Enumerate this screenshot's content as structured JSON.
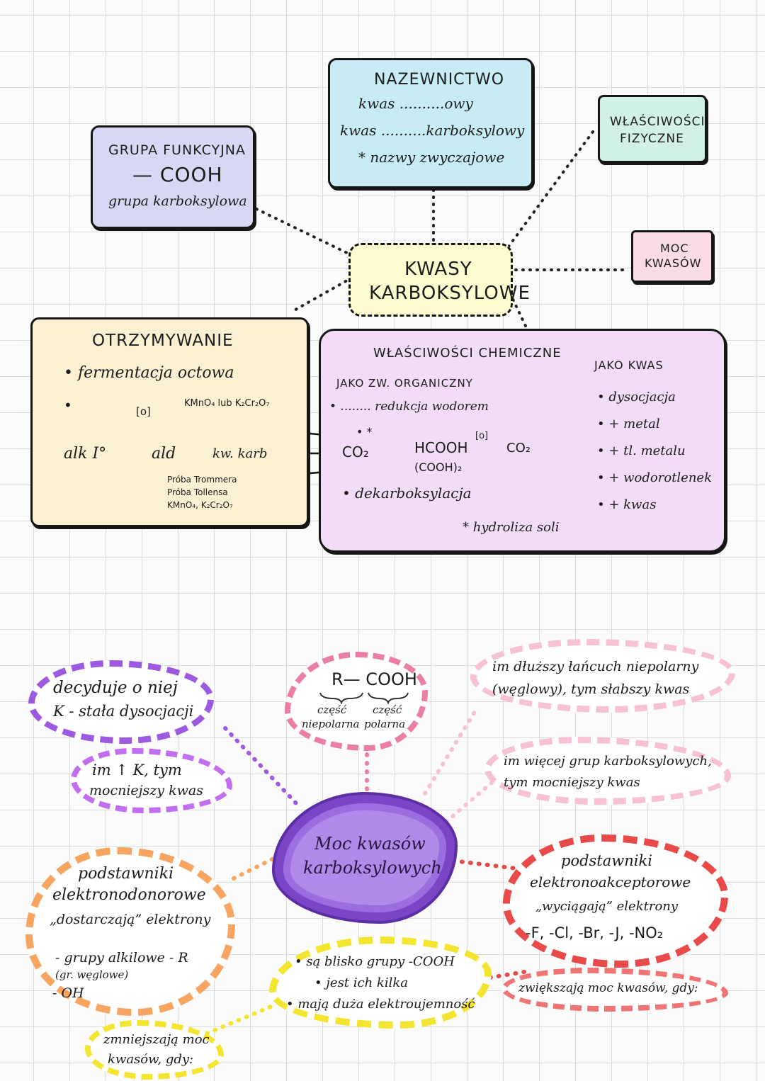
{
  "colors": {
    "grupa_bg": "#d8d8f4",
    "nazewnictwo_bg": "#c7ecf6",
    "fizyczne_bg": "#d1f1e4",
    "moc_bg": "#fadce8",
    "kwasy_bg": "#fdfbd0",
    "otrzymywanie_bg": "#fbf0d2",
    "chemiczne_bg": "#f3dcf7",
    "purple": "#9b5ae0",
    "violet_center": "#7a45c6",
    "orange": "#f7a560",
    "yellow": "#f4e531",
    "red": "#e84a4a",
    "pink": "#ea7ea6",
    "light_pink": "#f7c1d6"
  },
  "top": {
    "grupa": {
      "title": "GRUPA FUNKCYJNA",
      "formula": "— COOH",
      "sub": "grupa karboksylowa"
    },
    "nazewnictwo": {
      "title": "NAZEWNICTWO",
      "line1": "kwas ..........owy",
      "line2": "kwas ..........karboksylowy",
      "line3": "* nazwy zwyczajowe"
    },
    "fizyczne": {
      "line1": "WŁAŚCIWOŚCI",
      "line2": "FIZYCZNE"
    },
    "moc": {
      "line1": "MOC",
      "line2": "KWASÓW"
    },
    "center": {
      "line1": "KWASY",
      "line2": "KARBOKSYLOWE"
    },
    "otrzymywanie": {
      "title": "OTRZYMYWANIE",
      "item1": "• fermentacja octowa",
      "bullet2": "•",
      "oxid": "[o]",
      "reagents": "KMnO₄ lub K₂Cr₂O₇",
      "alk": "alk I°",
      "ald": "ald",
      "kw": "kw. karb",
      "test1": "Próba Trommera",
      "test2": "Próba Tollensa",
      "test3": "KMnO₄, K₂Cr₂O₇"
    },
    "chemiczne": {
      "title": "WŁAŚCIWOŚCI CHEMICZNE",
      "organic_header": "JAKO ZW. ORGANICZNY",
      "acid_header": "JAKO KWAS",
      "red": "• ........ redukcja wodorem",
      "star": "• *",
      "co2": "CO₂",
      "hcooh": "HCOOH",
      "cooh2": "(COOH)₂",
      "oxid": "[o]",
      "co2b": "CO₂",
      "dekarb": "• dekarboksylacja",
      "hydroliza": "* hydroliza soli",
      "acid_items": [
        "• dysocjacja",
        "• + metal",
        "• + tl. metalu",
        "• + wodorotlenek",
        "• + kwas"
      ]
    }
  },
  "bottom": {
    "center": {
      "line1": "Moc kwasów",
      "line2": "karboksylowych"
    },
    "decyduje": {
      "line1": "decyduje o niej",
      "line2": "K - stała dysocjacji"
    },
    "im_k": {
      "line1": "im ↑ K, tym",
      "line2": "mocniejszy kwas"
    },
    "rcooh": {
      "formula": "R— COOH",
      "left1": "część",
      "left2": "niepolarna",
      "right1": "część",
      "right2": "polarna"
    },
    "lancuch": {
      "line1": "im dłuższy łańcuch niepolarny",
      "line2": "(węglowy), tym słabszy kwas"
    },
    "wiecej": {
      "line1": "im więcej grup karboksylowych,",
      "line2": "tym mocniejszy kwas"
    },
    "donorowe": {
      "line1": "podstawniki",
      "line2": "elektronodonorowe",
      "line3": "„dostarczają” elektrony",
      "line4": "- grupy alkilowe - R",
      "line5": "(gr. węglowe)",
      "line6": "- OH"
    },
    "zmniejszaja": {
      "line1": "zmniejszają moc",
      "line2": "kwasów, gdy:"
    },
    "warunki": {
      "line1": "• są blisko grupy -COOH",
      "line2": "• jest ich kilka",
      "line3": "• mają duża elektroujemność"
    },
    "akceptorowe": {
      "line1": "podstawniki",
      "line2": "elektronoakceptorowe",
      "line3": "„wyciągają” elektrony",
      "line4": "-F, -Cl, -Br, -J, -NO₂"
    },
    "zwiekszaja": {
      "line1": "zwiększają moc kwasów, gdy:"
    }
  }
}
